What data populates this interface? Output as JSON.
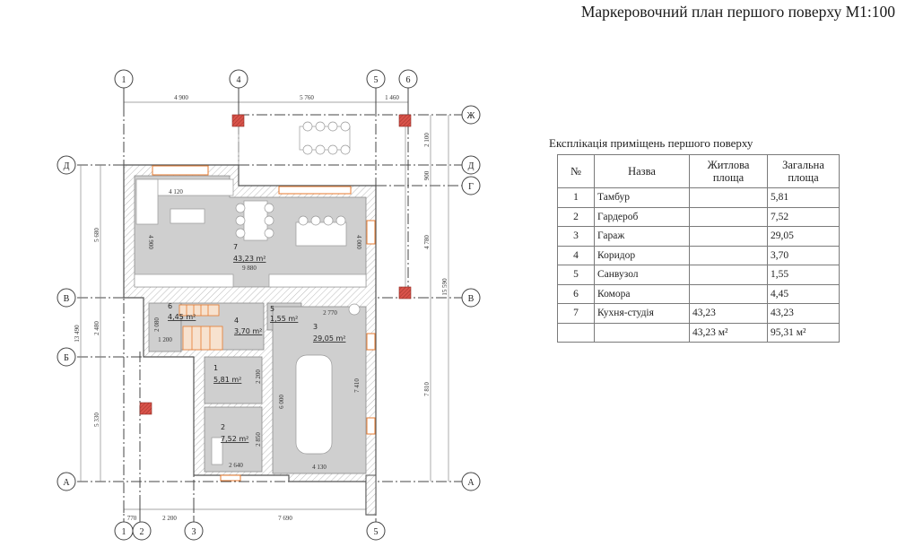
{
  "title": "Маркеровочний план першого поверху М1:100",
  "explication": {
    "title": "Експлікація приміщень першого поверху",
    "headers": {
      "no": "№",
      "name": "Назва",
      "living": "Житлова площа",
      "total": "Загальна площа"
    },
    "rows": [
      {
        "no": "1",
        "name": "Тамбур",
        "living": "",
        "total": "5,81"
      },
      {
        "no": "2",
        "name": "Гардероб",
        "living": "",
        "total": "7,52"
      },
      {
        "no": "3",
        "name": "Гараж",
        "living": "",
        "total": "29,05"
      },
      {
        "no": "4",
        "name": "Коридор",
        "living": "",
        "total": "3,70"
      },
      {
        "no": "5",
        "name": "Санвузол",
        "living": "",
        "total": "1,55"
      },
      {
        "no": "6",
        "name": "Комора",
        "living": "",
        "total": "4,45"
      },
      {
        "no": "7",
        "name": "Кухня-студія",
        "living": "43,23",
        "total": "43,23"
      }
    ],
    "totals": {
      "living": "43,23 м²",
      "total": "95,31 м²"
    }
  },
  "plan": {
    "axes_top": [
      "1",
      "4",
      "5",
      "6"
    ],
    "axes_bottom": [
      "1",
      "2",
      "3",
      "5"
    ],
    "axes_left": [
      "Д",
      "В",
      "Б",
      "А"
    ],
    "axes_right": [
      "Ж",
      "Д",
      "Г",
      "В",
      "А"
    ],
    "dims_top": [
      "4 900",
      "5 760",
      "1 460"
    ],
    "dims_bottom": [
      "770",
      "2 200",
      "7 690"
    ],
    "dims_left_outer": "13 490",
    "dims_left_inner": [
      "5 680",
      "2 480",
      "5 330"
    ],
    "dims_right_inner": [
      "2 100",
      "900",
      "4 780",
      "7 810"
    ],
    "dims_right_outer": "15 590",
    "rooms": [
      {
        "no": "7",
        "area": "43,23 m²"
      },
      {
        "no": "6",
        "area": "4,45 m²"
      },
      {
        "no": "4",
        "area": "3,70 m²"
      },
      {
        "no": "5",
        "area": "1,55 m²"
      },
      {
        "no": "3",
        "area": "29,05 m²"
      },
      {
        "no": "1",
        "area": "5,81 m²"
      },
      {
        "no": "2",
        "area": "7,52 m²"
      }
    ],
    "inner_dims": {
      "sofa_width": "4 120",
      "kitchen_left_height": "4 900",
      "kitchen_right_height": "4 000",
      "kitchen_width": "9 880",
      "storage_height": "2 080",
      "storage_width": "1 200",
      "garage_width_top": "2 770",
      "garage_height_left": "6 000",
      "garage_height_right": "7 410",
      "garage_width_bottom": "4 130",
      "wardrobe_width": "2 640",
      "wardrobe_height": "2 850",
      "vestibule_height": "2 200"
    }
  }
}
